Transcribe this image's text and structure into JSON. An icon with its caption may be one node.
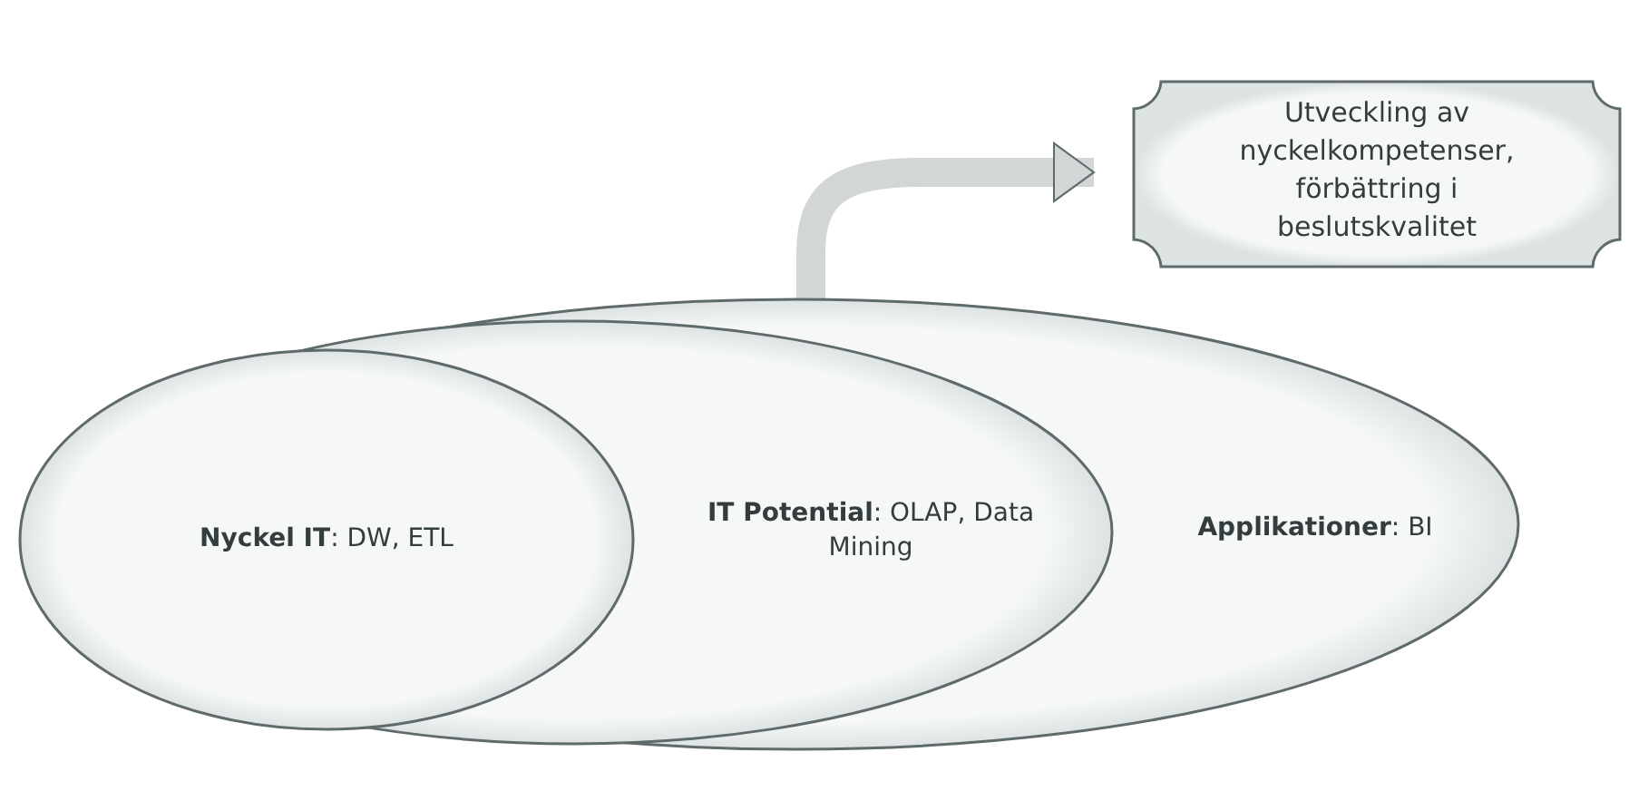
{
  "diagram": {
    "nodes": [
      {
        "text": [
          "**Nyckel IT**: DW, ETL"
        ],
        "in": 1
      },
      {
        "text": [
          "**IT Potential**: OLAP, Data Mining"
        ],
        "in": 2
      },
      {
        "text": [
          "**Applikationer**: BI"
        ]
      },
      {
        "text": [
          "Utveckling av nyckelkompetenser, förbättring i beslutskvalitet"
        ]
      }
    ],
    "edges": [
      {
        "from": 2,
        "to": 3,
        "arrow": "to"
      }
    ]
  }
}
